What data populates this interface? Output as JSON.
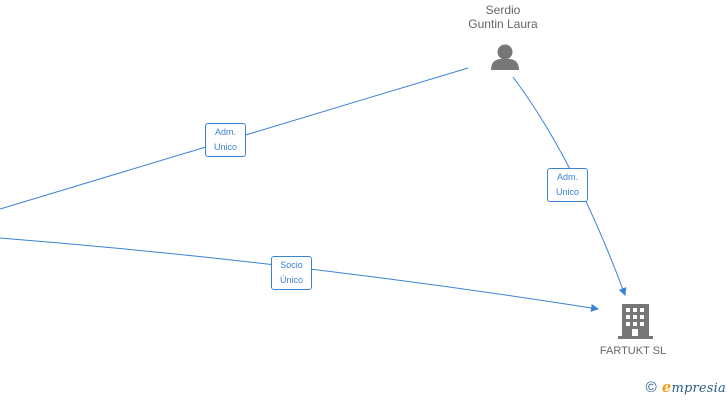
{
  "nodes": {
    "person": {
      "line1": "Serdio",
      "line2": "Guntin Laura",
      "icon": "person-icon"
    },
    "company": {
      "label": "FARTUKT  SL",
      "icon": "building-icon"
    }
  },
  "edges": {
    "adm_left": {
      "line1": "Adm.",
      "line2": "Unico"
    },
    "adm_right": {
      "line1": "Adm.",
      "line2": "Unico"
    },
    "socio": {
      "line1": "Socio",
      "line2": "Único"
    }
  },
  "brand": {
    "copyright": "©",
    "initial": "e",
    "rest": "mpresia"
  },
  "colors": {
    "edge": "#3b82d6",
    "node": "#777777",
    "brand": "#2b5d8a",
    "brand_accent": "#f0a020"
  }
}
